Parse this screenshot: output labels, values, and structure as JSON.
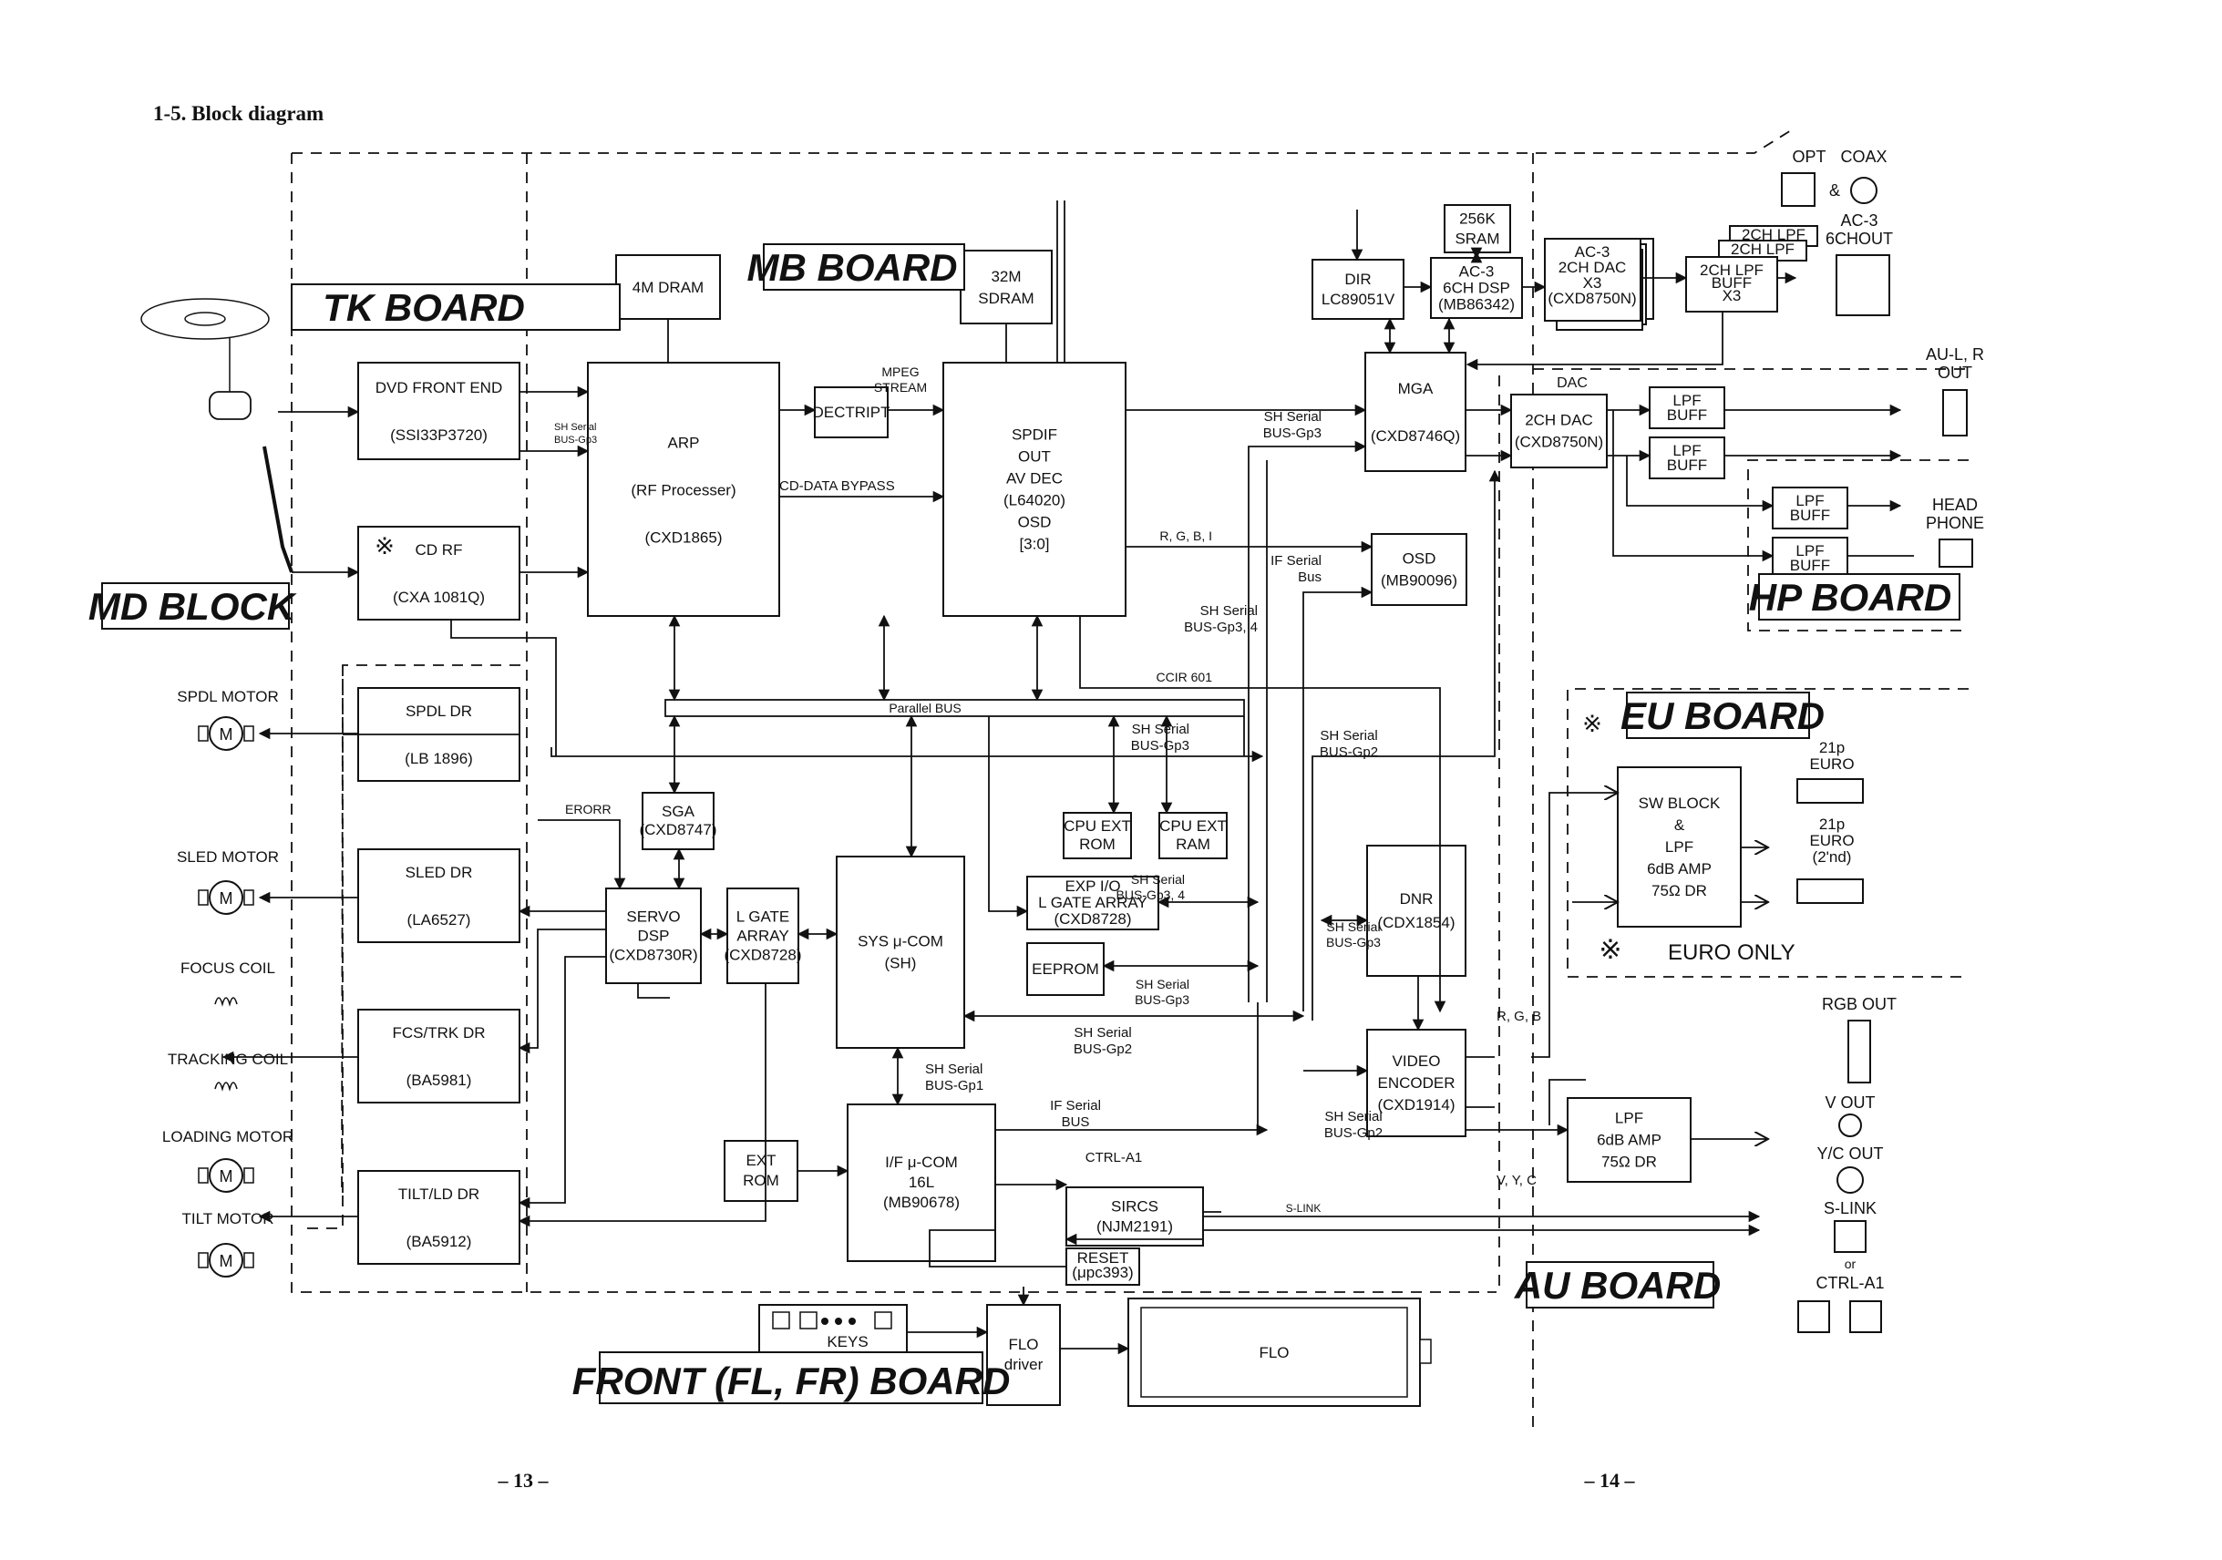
{
  "heading": "1-5.   Block diagram",
  "pages": {
    "left": "– 13 –",
    "right": "– 14 –"
  },
  "boards": {
    "tk": "TK BOARD",
    "mb": "MB BOARD",
    "md": "MD BLOCK",
    "hp": "HP BOARD",
    "eu": "EU BOARD",
    "au": "AU BOARD",
    "front": "FRONT (FL, FR) BOARD"
  },
  "symbols": {
    "asterisk": "※"
  },
  "blocks": {
    "dvd_fe": [
      "DVD FRONT END",
      "(SSI33P3720)"
    ],
    "cd_rf": [
      "CD RF",
      "(CXA 1081Q)"
    ],
    "spdl_dr": [
      "SPDL DR",
      "(LB 1896)"
    ],
    "sled_dr": [
      "SLED DR",
      "(LA6527)"
    ],
    "fcs_dr": [
      "FCS/TRK DR",
      "(BA5981)"
    ],
    "tilt_dr": [
      "TILT/LD DR",
      "(BA5912)"
    ],
    "dram": [
      "4M DRAM"
    ],
    "sdram": [
      "32M",
      "SDRAM"
    ],
    "arp": [
      "ARP",
      "(RF Processer)",
      "(CXD1865)"
    ],
    "decript": [
      "DECTRIPT"
    ],
    "avdec": [
      "SPDIF",
      "OUT",
      "AV DEC",
      "(L64020)",
      "OSD",
      "[3:0]"
    ],
    "sga": [
      "SGA",
      "(CXD8747)"
    ],
    "servo": [
      "SERVO",
      "DSP",
      "(CXD8730R)"
    ],
    "lgate": [
      "L GATE",
      "ARRAY",
      "(CXD8728)"
    ],
    "syscom": [
      "SYS μ-COM",
      "(SH)"
    ],
    "cpurom": [
      "CPU EXT",
      "ROM"
    ],
    "cpuram": [
      "CPU EXT",
      "RAM"
    ],
    "expio": [
      "EXP I/O",
      "L GATE ARRAY",
      "(CXD8728)"
    ],
    "eeprom": [
      "EEPROM"
    ],
    "extrom": [
      "EXT",
      "ROM"
    ],
    "ifcom": [
      "I/F μ-COM",
      "16L",
      "(MB90678)"
    ],
    "sircs": [
      "SIRCS",
      "(NJM2191)"
    ],
    "reset": [
      "RESET",
      "(μpc393)"
    ],
    "keys": [
      "KEYS"
    ],
    "flodrv": [
      "FLO",
      "driver"
    ],
    "flo": [
      "FLO"
    ],
    "dir": [
      "DIR",
      "LC89051V"
    ],
    "sram": [
      "256K",
      "SRAM"
    ],
    "ac3dsp": [
      "AC-3",
      "6CH DSP",
      "(MB86342)"
    ],
    "ac3dac": [
      "AC-3",
      "2CH DAC",
      "X3",
      "(CXD8750N)"
    ],
    "lpf2ch": [
      "2CH LPF",
      "2CH LPF",
      "2CH LPF",
      "BUFF",
      "X3"
    ],
    "mga": [
      "MGA",
      "(CXD8746Q)"
    ],
    "osd": [
      "OSD",
      "(MB90096)"
    ],
    "dac2": [
      "2CH DAC",
      "(CXD8750N)"
    ],
    "lpfbuff": [
      "LPF",
      "BUFF"
    ],
    "dnr": [
      "DNR",
      "(CDX1854)"
    ],
    "venc": [
      "VIDEO",
      "ENCODER",
      "(CXD1914)"
    ],
    "swblock": [
      "SW BLOCK",
      "&",
      "LPF",
      "6dB AMP",
      "75Ω DR"
    ],
    "lpfamp": [
      "LPF",
      "6dB AMP",
      "75Ω DR"
    ]
  },
  "signals": {
    "sh_gp3": [
      "SH Serial",
      "BUS-Gp3"
    ],
    "sh_gp34": [
      "SH Serial",
      "BUS-Gp3, 4"
    ],
    "sh_gp2": [
      "SH Serial",
      "BUS-Gp2"
    ],
    "sh_gp1": [
      "SH Serial",
      "BUS-Gp1"
    ],
    "if_serial": [
      "IF Serial",
      "Bus"
    ],
    "if_serial_bus": [
      "IF Serial",
      "BUS"
    ],
    "mpeg": [
      "MPEG",
      "STREAM"
    ],
    "cd_bypass": "CD-DATA BYPASS",
    "rgbi": "R, G, B, I",
    "ccir": "CCIR 601",
    "parallel": "Parallel BUS",
    "erorr": "ERORR",
    "ctrl_a1": "CTRL-A1",
    "s_link": "S-LINK",
    "dac": "DAC",
    "rgb": "R, G, B",
    "vyc": "V, Y, C"
  },
  "io": {
    "spdl_motor": "SPDL MOTOR",
    "sled_motor": "SLED MOTOR",
    "focus_coil": "FOCUS COIL",
    "tracking_coil": "TRACKING COIL",
    "loading_motor": "LOADING MOTOR",
    "tilt_motor": "TILT MOTOR",
    "motor_m": "M",
    "opt": "OPT",
    "coax": "COAX",
    "amp": "&",
    "ac3out": [
      "AC-3",
      "6CHOUT"
    ],
    "auout": [
      "AU-L, R",
      "OUT"
    ],
    "head": [
      "HEAD",
      "PHONE"
    ],
    "euro1": [
      "21p",
      "EURO"
    ],
    "euro2": [
      "21p",
      "EURO",
      "(2'nd)"
    ],
    "euro_only": "EURO ONLY",
    "rgbout": "RGB OUT",
    "vout": "V OUT",
    "ycout": "Y/C OUT",
    "slink": "S-LINK",
    "or": "or",
    "ctrla1": "CTRL-A1"
  }
}
